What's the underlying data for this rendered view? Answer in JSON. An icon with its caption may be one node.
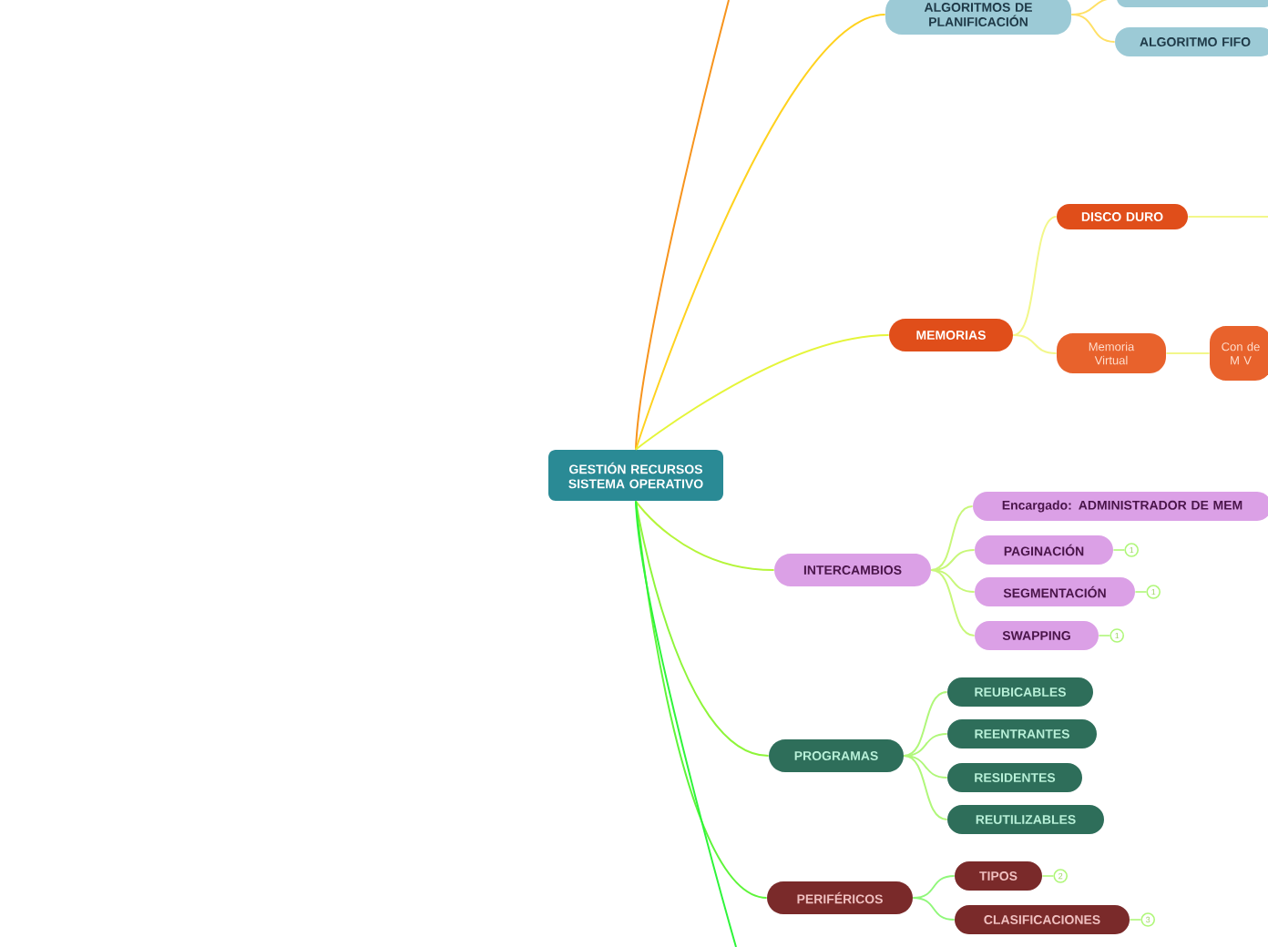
{
  "diagram": {
    "nodes": [
      {
        "text": [
          "GESTIÓN RECURSOS SISTEMA OPERATIVO"
        ]
      },
      {
        "text": [
          "ALGORITMOS DE PLANIFICACIÓN"
        ]
      },
      {
        "text": [],
        "shape": "box"
      },
      {
        "text": [
          "ALGORITMO FIFO"
        ]
      },
      {
        "text": [
          "MEMORIAS"
        ]
      },
      {
        "text": [
          "DISCO DURO"
        ]
      },
      {
        "text": [
          "Memoria Virtual"
        ]
      },
      {
        "text": [
          "Con de M V"
        ]
      },
      {
        "text": [
          "INTERCAMBIOS"
        ]
      },
      {
        "text": [
          "Encargado: ADMINISTRADOR DE MEM"
        ]
      },
      {
        "text": [
          "PAGINACIÓN"
        ],
        "beside": [
          "1"
        ]
      },
      {
        "text": [
          "SEGMENTACIÓN"
        ],
        "beside": [
          "1"
        ]
      },
      {
        "text": [
          "SWAPPING"
        ],
        "beside": [
          "1"
        ]
      },
      {
        "text": [
          "PROGRAMAS"
        ]
      },
      {
        "text": [
          "REUBICABLES"
        ]
      },
      {
        "text": [
          "REENTRANTES"
        ]
      },
      {
        "text": [
          "RESIDENTES"
        ]
      },
      {
        "text": [
          "REUTILIZABLES"
        ]
      },
      {
        "text": [
          "PERIFÉRICOS"
        ]
      },
      {
        "text": [
          "TIPOS"
        ],
        "beside": [
          "2"
        ]
      },
      {
        "text": [
          "CLASIFICACIONES"
        ],
        "beside": [
          "3"
        ]
      }
    ],
    "edges": [
      {
        "from": 0,
        "to": null,
        "arrow": "none",
        "color": "#f7941d"
      },
      {
        "from": 0,
        "to": 1,
        "arrow": "none",
        "color": "#ffd21f"
      },
      {
        "from": 1,
        "to": 2,
        "arrow": "none",
        "color": "#ffe066"
      },
      {
        "from": 1,
        "to": 3,
        "arrow": "none",
        "color": "#ffe066"
      },
      {
        "from": 0,
        "to": 4,
        "arrow": "none",
        "color": "#e5f53a"
      },
      {
        "from": 4,
        "to": 5,
        "arrow": "none",
        "color": "#f2f78a"
      },
      {
        "from": 5,
        "to": null,
        "arrow": "none",
        "color": "#f2f78a"
      },
      {
        "from": 4,
        "to": 6,
        "arrow": "none",
        "color": "#f2f78a"
      },
      {
        "from": 6,
        "to": 7,
        "arrow": "none",
        "color": "#f2f78a"
      },
      {
        "from": 0,
        "to": 8,
        "arrow": "none",
        "color": "#b5f53a"
      },
      {
        "from": 8,
        "to": 9,
        "arrow": "none",
        "color": "#c8f77a"
      },
      {
        "from": 8,
        "to": 10,
        "arrow": "none",
        "color": "#c8f77a"
      },
      {
        "from": 8,
        "to": 11,
        "arrow": "none",
        "color": "#c8f77a"
      },
      {
        "from": 8,
        "to": 12,
        "arrow": "none",
        "color": "#c8f77a"
      },
      {
        "from": 0,
        "to": 13,
        "arrow": "none",
        "color": "#8ef53a"
      },
      {
        "from": 13,
        "to": 14,
        "arrow": "none",
        "color": "#b0f77a"
      },
      {
        "from": 13,
        "to": 15,
        "arrow": "none",
        "color": "#b0f77a"
      },
      {
        "from": 13,
        "to": 16,
        "arrow": "none",
        "color": "#b0f77a"
      },
      {
        "from": 13,
        "to": 17,
        "arrow": "none",
        "color": "#b0f77a"
      },
      {
        "from": 0,
        "to": 18,
        "arrow": "none",
        "color": "#5ef53a"
      },
      {
        "from": 18,
        "to": 19,
        "arrow": "none",
        "color": "#90f77a"
      },
      {
        "from": 18,
        "to": 20,
        "arrow": "none",
        "color": "#90f77a"
      },
      {
        "from": 0,
        "to": null,
        "arrow": "none",
        "color": "#2ef53a"
      }
    ]
  }
}
